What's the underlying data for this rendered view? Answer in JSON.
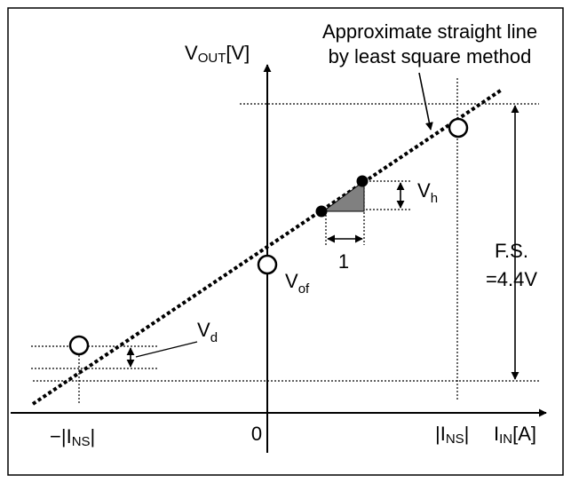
{
  "labels": {
    "title_line1": "Approximate straight line",
    "title_line2": "by least square method",
    "y_axis_main": "V",
    "y_axis_sub": "OUT",
    "y_axis_unit": "[V]",
    "x_axis_main": "I",
    "x_axis_sub": "IN",
    "x_axis_unit": "[A]",
    "origin": "0",
    "neg_ins_prefix": "−|I",
    "neg_ins_sub": "NS",
    "neg_ins_suffix": "|",
    "pos_ins_prefix": "|I",
    "pos_ins_sub": "NS",
    "pos_ins_suffix": "|",
    "vh_main": "V",
    "vh_sub": "h",
    "vof_main": "V",
    "vof_sub": "of",
    "vd_main": "V",
    "vd_sub": "d",
    "one": "1",
    "fs_line1": "F.S.",
    "fs_line2": "=4.4V"
  },
  "colors": {
    "stroke": "#000000",
    "triangle_fill": "#808080"
  }
}
